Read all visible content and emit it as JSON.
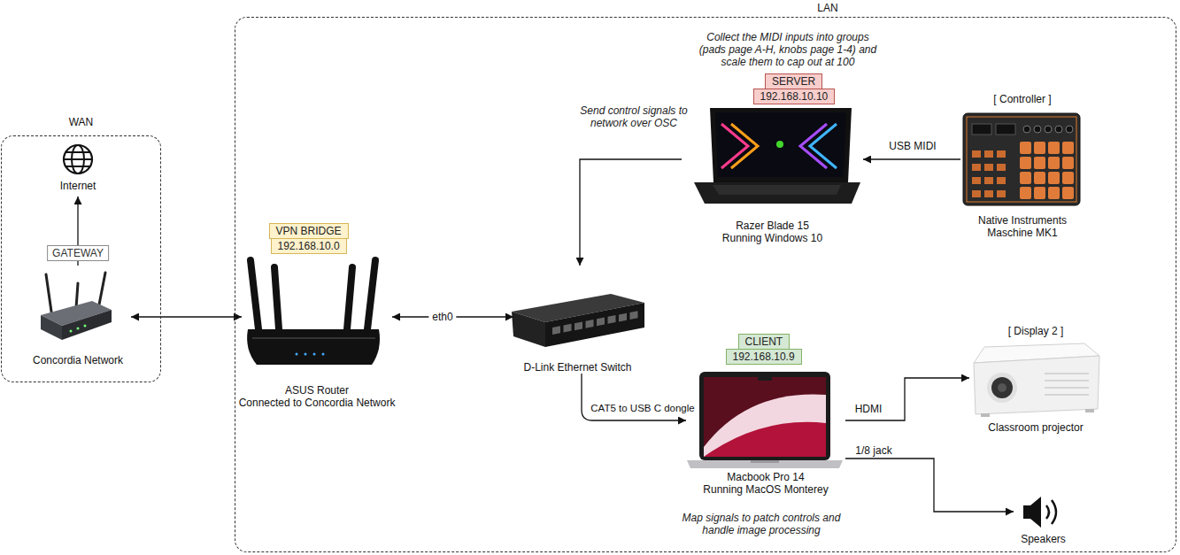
{
  "diagram": {
    "nodes": [
      {
        "text": [
          "WAN"
        ]
      },
      {
        "text": [
          "Internet"
        ],
        "in": 0
      },
      {
        "text": [
          "Concordia Network"
        ],
        "in": 0
      },
      {
        "text": [
          "LAN"
        ]
      },
      {
        "text": [
          "VPN BRIDGE"
        ],
        "in": 3
      },
      {
        "text": [
          "192.168.10.0"
        ],
        "in": 3
      },
      {
        "text": [
          "ASUS Router",
          "Connected to Concordia Network"
        ],
        "in": 3
      },
      {
        "text": [
          "D-Link Ethernet Switch"
        ],
        "in": 3
      },
      {
        "text": [
          "SERVER"
        ],
        "in": 3
      },
      {
        "text": [
          "192.168.10.10"
        ],
        "in": 3
      },
      {
        "text": [
          "Razer Blade 15",
          "Running Windows 10"
        ],
        "in": 3
      },
      {
        "text": [
          "[ Controller ]",
          "Native Instruments Maschine MK1"
        ],
        "in": 3
      },
      {
        "text": [
          "CLIENT"
        ],
        "in": 3
      },
      {
        "text": [
          "192.168.10.9"
        ],
        "in": 3
      },
      {
        "text": [
          "Macbook Pro 14",
          "Running MacOS Monterey"
        ],
        "in": 3
      },
      {
        "text": [
          "[ Display 2 ]",
          "Classroom projector"
        ],
        "in": 3
      },
      {
        "text": [
          "Speakers"
        ],
        "in": 3
      }
    ],
    "edges": [
      {
        "from": 2,
        "to": 1,
        "arrow": "to",
        "label": "GATEWAY"
      },
      {
        "from": 2,
        "to": 6,
        "arrow": "both"
      },
      {
        "from": 6,
        "to": 7,
        "arrow": "both",
        "label": "eth0"
      },
      {
        "from": 11,
        "to": 10,
        "arrow": "to",
        "label": "USB MIDI"
      },
      {
        "from": 10,
        "to": 7,
        "arrow": "to",
        "label": "Send control signals to network over OSC"
      },
      {
        "from": 7,
        "to": 14,
        "arrow": "to",
        "label": "CAT5 to USB C dongle"
      },
      {
        "from": 14,
        "to": 15,
        "arrow": "to",
        "label": "HDMI"
      },
      {
        "from": 14,
        "to": 16,
        "arrow": "to",
        "label": "1/8 jack"
      }
    ],
    "labels": [
      "Collect the MIDI inputs into groups (pads page A-H, knobs page 1-4) and scale them to cap out at 100",
      "Map signals to patch controls and handle image processing"
    ]
  }
}
